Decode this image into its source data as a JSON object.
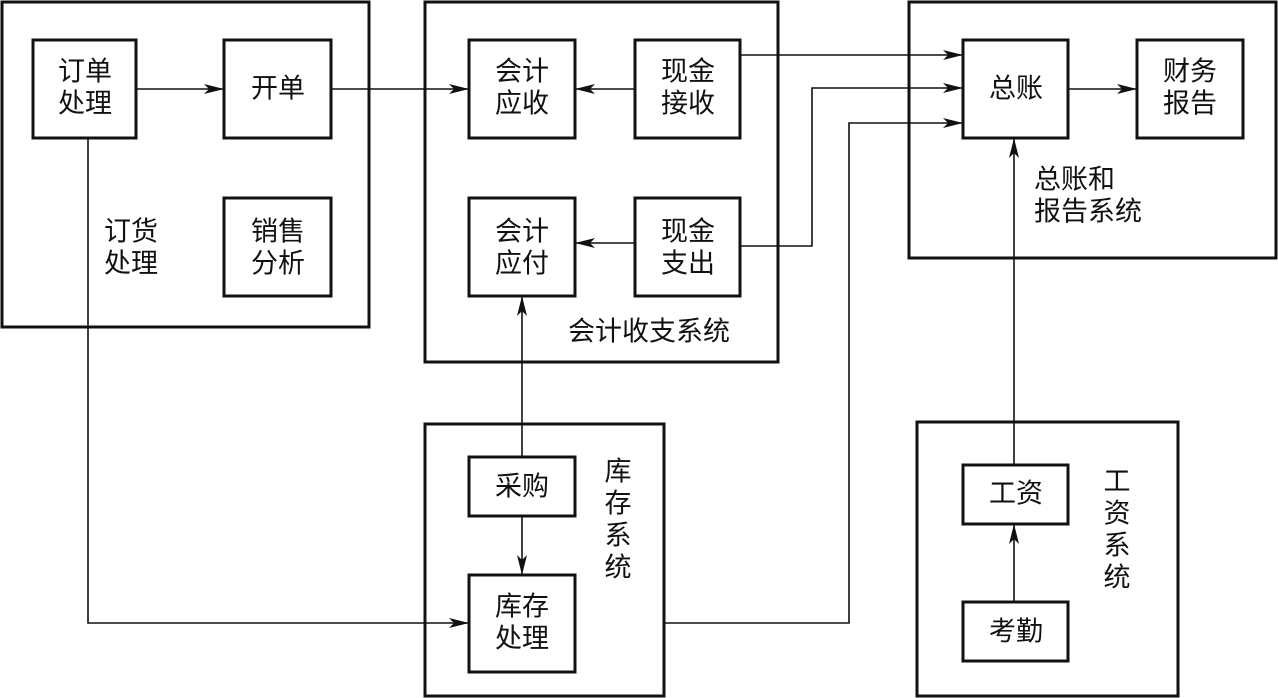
{
  "systems": {
    "order": [
      "订货",
      "处理"
    ],
    "accounting": "会计收支系统",
    "ledger": [
      "总账和",
      "报告系统"
    ],
    "inventory": [
      "库",
      "存",
      "系",
      "统"
    ],
    "payroll": [
      "工",
      "资",
      "系",
      "统"
    ]
  },
  "modules": {
    "order_processing": [
      "订单",
      "处理"
    ],
    "billing": [
      "开单"
    ],
    "sales_analysis": [
      "销售",
      "分析"
    ],
    "accounts_receivable": [
      "会计",
      "应收"
    ],
    "cash_receipts": [
      "现金",
      "接收"
    ],
    "accounts_payable": [
      "会计",
      "应付"
    ],
    "cash_disbursements": [
      "现金",
      "支出"
    ],
    "general_ledger": [
      "总账"
    ],
    "financial_reports": [
      "财务",
      "报告"
    ],
    "purchasing": [
      "采购"
    ],
    "inventory_processing": [
      "库存",
      "处理"
    ],
    "payroll": [
      "工资"
    ],
    "attendance": [
      "考勤"
    ]
  }
}
